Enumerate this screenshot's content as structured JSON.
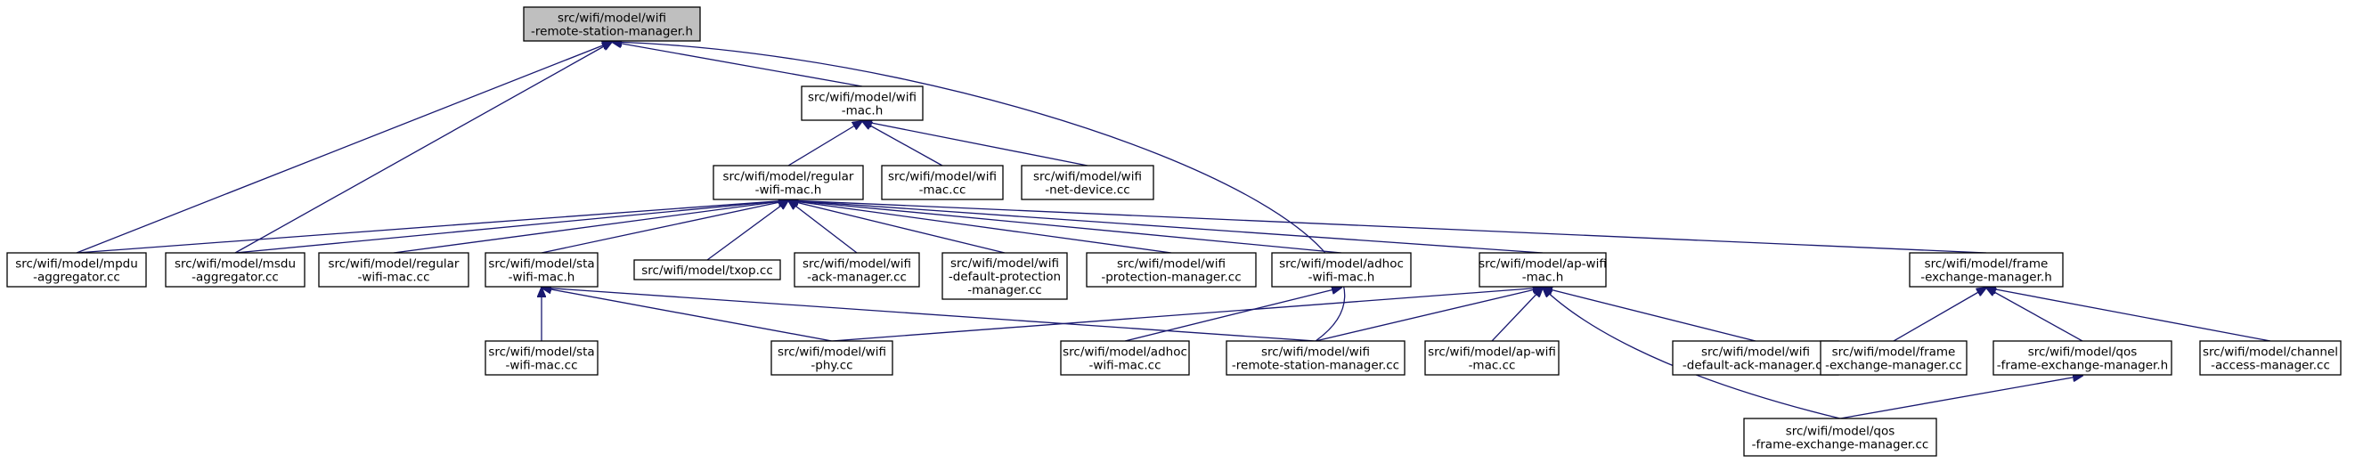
{
  "graph": {
    "nodes": [
      {
        "id": "n0",
        "root": true,
        "lines": [
          "src/wifi/model/wifi",
          "-remote-station-manager.h"
        ]
      },
      {
        "id": "n1",
        "lines": [
          "src/wifi/model/wifi",
          "-mac.h"
        ]
      },
      {
        "id": "n2",
        "lines": [
          "src/wifi/model/regular",
          "-wifi-mac.h"
        ]
      },
      {
        "id": "n3",
        "lines": [
          "src/wifi/model/wifi",
          "-mac.cc"
        ]
      },
      {
        "id": "n4",
        "lines": [
          "src/wifi/model/wifi",
          "-net-device.cc"
        ]
      },
      {
        "id": "n5",
        "lines": [
          "src/wifi/model/mpdu",
          "-aggregator.cc"
        ]
      },
      {
        "id": "n6",
        "lines": [
          "src/wifi/model/msdu",
          "-aggregator.cc"
        ]
      },
      {
        "id": "n7",
        "lines": [
          "src/wifi/model/regular",
          "-wifi-mac.cc"
        ]
      },
      {
        "id": "n8",
        "lines": [
          "src/wifi/model/sta",
          "-wifi-mac.h"
        ]
      },
      {
        "id": "n9",
        "lines": [
          "src/wifi/model/txop.cc"
        ]
      },
      {
        "id": "n10",
        "lines": [
          "src/wifi/model/wifi",
          "-ack-manager.cc"
        ]
      },
      {
        "id": "n11",
        "lines": [
          "src/wifi/model/wifi",
          "-default-protection",
          "-manager.cc"
        ]
      },
      {
        "id": "n12",
        "lines": [
          "src/wifi/model/wifi",
          "-protection-manager.cc"
        ]
      },
      {
        "id": "n13",
        "lines": [
          "src/wifi/model/adhoc",
          "-wifi-mac.h"
        ]
      },
      {
        "id": "n14",
        "lines": [
          "src/wifi/model/ap-wifi",
          "-mac.h"
        ]
      },
      {
        "id": "n15",
        "lines": [
          "src/wifi/model/frame",
          "-exchange-manager.h"
        ]
      },
      {
        "id": "n16",
        "lines": [
          "src/wifi/model/sta",
          "-wifi-mac.cc"
        ]
      },
      {
        "id": "n17",
        "lines": [
          "src/wifi/model/wifi",
          "-phy.cc"
        ]
      },
      {
        "id": "n18",
        "lines": [
          "src/wifi/model/adhoc",
          "-wifi-mac.cc"
        ]
      },
      {
        "id": "n19",
        "lines": [
          "src/wifi/model/wifi",
          "-remote-station-manager.cc"
        ]
      },
      {
        "id": "n20",
        "lines": [
          "src/wifi/model/ap-wifi",
          "-mac.cc"
        ]
      },
      {
        "id": "n21",
        "lines": [
          "src/wifi/model/wifi",
          "-default-ack-manager.cc"
        ]
      },
      {
        "id": "n22",
        "lines": [
          "src/wifi/model/frame",
          "-exchange-manager.cc"
        ]
      },
      {
        "id": "n23",
        "lines": [
          "src/wifi/model/qos",
          "-frame-exchange-manager.h"
        ]
      },
      {
        "id": "n24",
        "lines": [
          "src/wifi/model/channel",
          "-access-manager.cc"
        ]
      },
      {
        "id": "n25",
        "lines": [
          "src/wifi/model/qos",
          "-frame-exchange-manager.cc"
        ]
      }
    ],
    "edges": [
      {
        "from": "n1",
        "to": "n0"
      },
      {
        "from": "n5",
        "to": "n0"
      },
      {
        "from": "n6",
        "to": "n0"
      },
      {
        "from": "n19",
        "to": "n0"
      },
      {
        "from": "n2",
        "to": "n1"
      },
      {
        "from": "n3",
        "to": "n1"
      },
      {
        "from": "n4",
        "to": "n1"
      },
      {
        "from": "n5",
        "to": "n2"
      },
      {
        "from": "n6",
        "to": "n2"
      },
      {
        "from": "n7",
        "to": "n2"
      },
      {
        "from": "n8",
        "to": "n2"
      },
      {
        "from": "n9",
        "to": "n2"
      },
      {
        "from": "n10",
        "to": "n2"
      },
      {
        "from": "n11",
        "to": "n2"
      },
      {
        "from": "n12",
        "to": "n2"
      },
      {
        "from": "n13",
        "to": "n2"
      },
      {
        "from": "n14",
        "to": "n2"
      },
      {
        "from": "n15",
        "to": "n2"
      },
      {
        "from": "n16",
        "to": "n8"
      },
      {
        "from": "n17",
        "to": "n8"
      },
      {
        "from": "n19",
        "to": "n8"
      },
      {
        "from": "n18",
        "to": "n13"
      },
      {
        "from": "n17",
        "to": "n14"
      },
      {
        "from": "n19",
        "to": "n14"
      },
      {
        "from": "n20",
        "to": "n14"
      },
      {
        "from": "n21",
        "to": "n14"
      },
      {
        "from": "n25",
        "to": "n14"
      },
      {
        "from": "n22",
        "to": "n15"
      },
      {
        "from": "n23",
        "to": "n15"
      },
      {
        "from": "n24",
        "to": "n15"
      },
      {
        "from": "n25",
        "to": "n23"
      }
    ]
  }
}
